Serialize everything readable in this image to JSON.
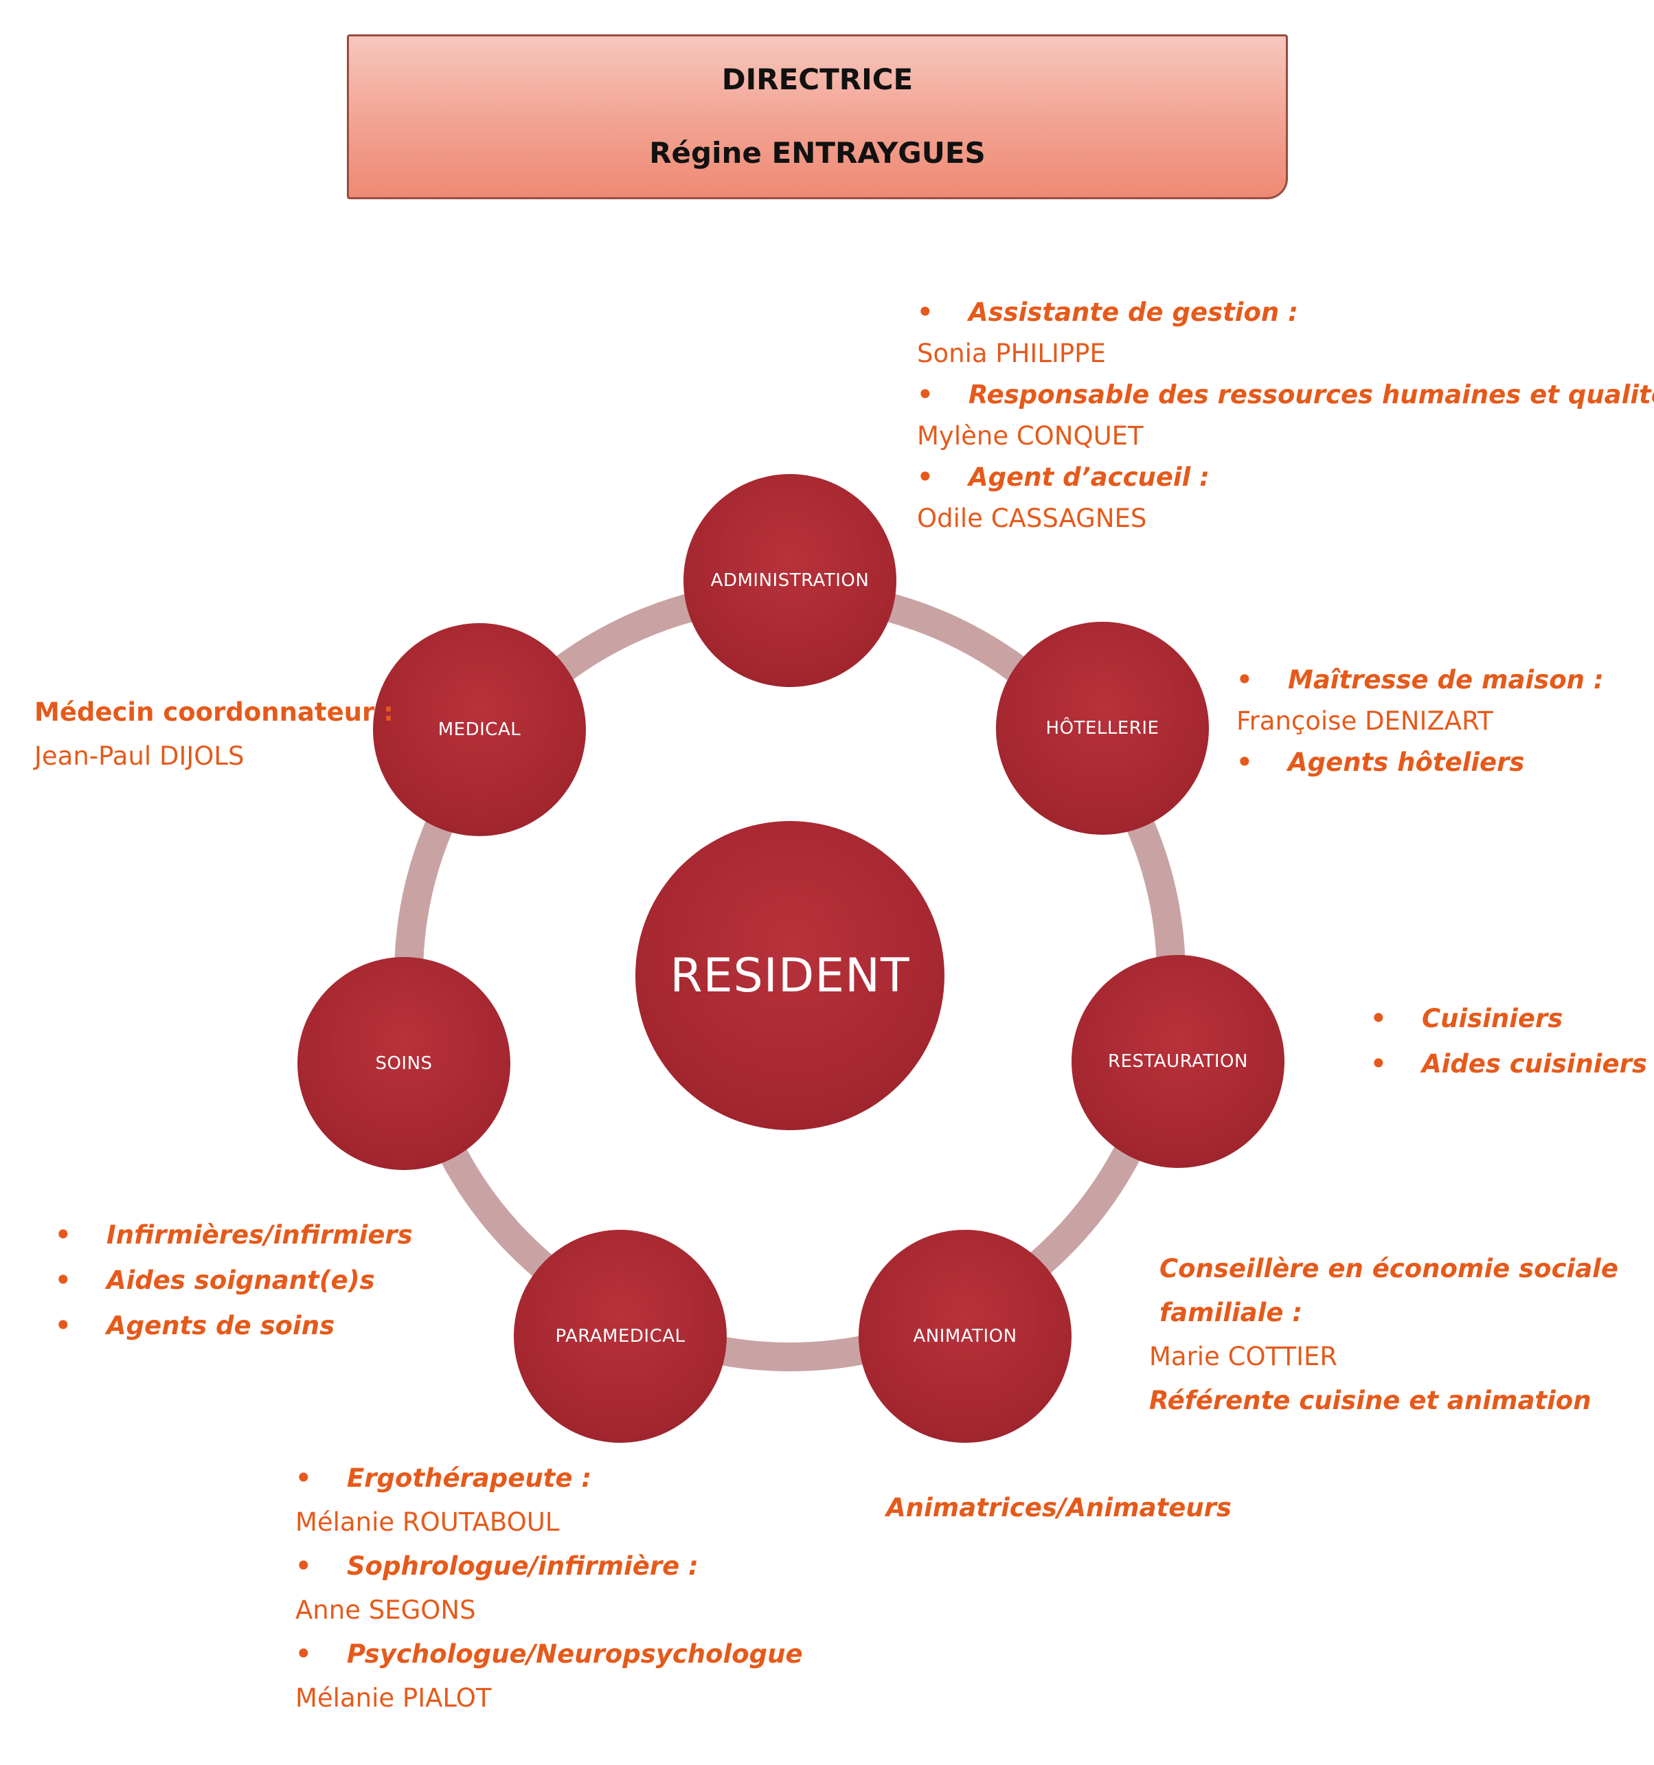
{
  "director": {
    "role": "DIRECTRICE",
    "name": "Régine ENTRAYGUES"
  },
  "center": "RESIDENT",
  "nodes": {
    "administration": "ADMINISTRATION",
    "hotellerie": "HÔTELLERIE",
    "restauration": "RESTAURATION",
    "animation": "ANIMATION",
    "paramedical": "PARAMEDICAL",
    "soins": "SOINS",
    "medical": "MEDICAL"
  },
  "administration_staff": {
    "r1": "Assistante de gestion :",
    "n1": "Sonia PHILIPPE",
    "r2": "Responsable des ressources humaines et qualité :",
    "n2": "Mylène CONQUET",
    "r3": "Agent d’accueil :",
    "n3": "Odile CASSAGNES"
  },
  "hotellerie_staff": {
    "r1": "Maîtresse de maison :",
    "n1": "Françoise DENIZART",
    "r2": "Agents hôteliers"
  },
  "restauration_staff": {
    "r1": "Cuisiniers",
    "r2": "Aides cuisiniers"
  },
  "animation_staff": {
    "r1a": "Conseillère en économie sociale",
    "r1b": "familiale :",
    "n1": "Marie COTTIER",
    "r2": "Référente cuisine et animation",
    "r3": "Animatrices/Animateurs"
  },
  "paramedical_staff": {
    "r1": "Ergothérapeute :",
    "n1": "Mélanie ROUTABOUL",
    "r2": "Sophrologue/infirmière :",
    "n2": "Anne SEGONS",
    "r3": "Psychologue/Neuropsychologue",
    "n3": "Mélanie PIALOT"
  },
  "soins_staff": {
    "r1": "Infirmières/infirmiers",
    "r2": "Aides soignant(e)s",
    "r3": "Agents de soins"
  },
  "medical_staff": {
    "r1": "Médecin coordonnateur :",
    "n1": "Jean-Paul DIJOLS"
  },
  "colors": {
    "node": "#a3262f",
    "ring": "#c9a3a3",
    "text_accent": "#e55a1b"
  }
}
